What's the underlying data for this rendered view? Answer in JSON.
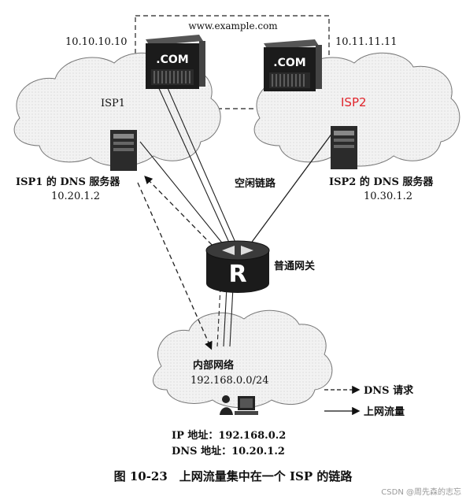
{
  "diagram": {
    "domain_label": "www.example.com",
    "server_left_label": ".COM",
    "server_right_label": ".COM",
    "ip_left": "10.10.10.10",
    "ip_right": "10.11.11.11",
    "isp1_label": "ISP1",
    "isp2_label": "ISP2",
    "isp1_dns_title": "ISP1 的 DNS 服务器",
    "isp1_dns_ip": "10.20.1.2",
    "isp2_dns_title": "ISP2 的 DNS 服务器",
    "isp2_dns_ip": "10.30.1.2",
    "idle_link_label": "空闲链路",
    "router_letter": "R",
    "gateway_label": "普通网关",
    "internal_title": "内部网络",
    "internal_subnet": "192.168.0.0/24",
    "host_ip": "IP 地址：192.168.0.2",
    "host_dns": "DNS 地址：10.20.1.2",
    "legend": {
      "dns_request": "DNS 请求",
      "traffic": "上网流量"
    },
    "caption": "图 10-23　上网流量集中在一个 ISP 的链路",
    "watermark": "CSDN @周先森的志忘"
  }
}
